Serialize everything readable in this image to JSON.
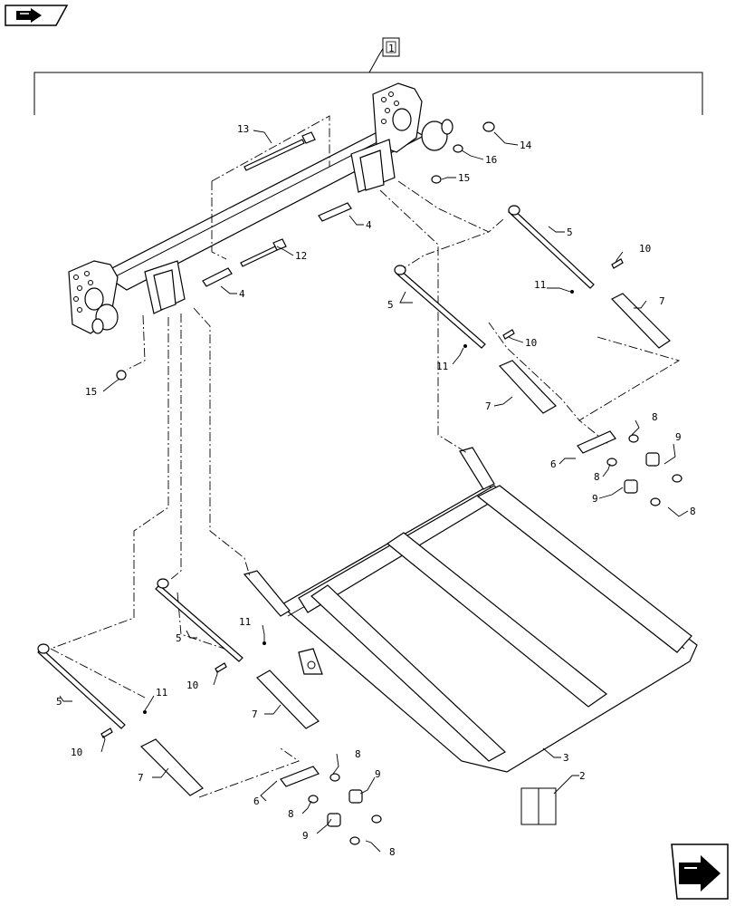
{
  "assembly_ref": "1",
  "callouts": {
    "c2": "2",
    "c3": "3",
    "c4a": "4",
    "c4b": "4",
    "c5a": "5",
    "c5b": "5",
    "c5c": "5",
    "c5d": "5",
    "c6a": "6",
    "c6b": "6",
    "c7a": "7",
    "c7b": "7",
    "c7c": "7",
    "c7d": "7",
    "c8a": "8",
    "c8b": "8",
    "c8c": "8",
    "c8d": "8",
    "c8e": "8",
    "c8f": "8",
    "c9a": "9",
    "c9b": "9",
    "c9c": "9",
    "c9d": "9",
    "c10a": "10",
    "c10b": "10",
    "c10c": "10",
    "c10d": "10",
    "c11a": "11",
    "c11b": "11",
    "c11c": "11",
    "c11d": "11",
    "c12": "12",
    "c13": "13",
    "c14": "14",
    "c15a": "15",
    "c15b": "15",
    "c16": "16"
  },
  "icons": {
    "top": "previous-page-arrow-icon",
    "bottom": "next-page-arrow-icon"
  }
}
